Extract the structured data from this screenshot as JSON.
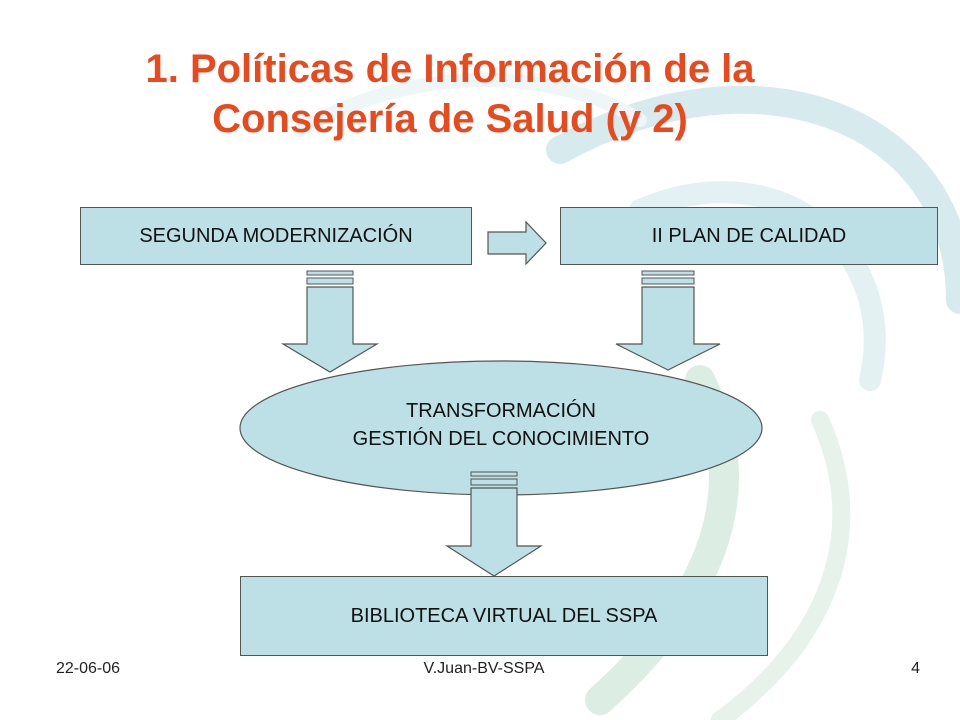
{
  "slide": {
    "title_line1": "1. Políticas de Información de la",
    "title_line2": "Consejería de Salud (y 2)"
  },
  "diagram": {
    "box_left": "SEGUNDA MODERNIZACIÓN",
    "box_right": "II PLAN DE CALIDAD",
    "ellipse_line1": "TRANSFORMACIÓN",
    "ellipse_line2": "GESTIÓN DEL CONOCIMIENTO",
    "box_bottom": "BIBLIOTECA VIRTUAL DEL SSPA"
  },
  "footer": {
    "date": "22-06-06",
    "author": "V.Juan-BV-SSPA",
    "page": "4"
  },
  "colors": {
    "title": "#e8491d",
    "shape_fill": "#bde0e6",
    "shape_stroke": "#555555"
  }
}
